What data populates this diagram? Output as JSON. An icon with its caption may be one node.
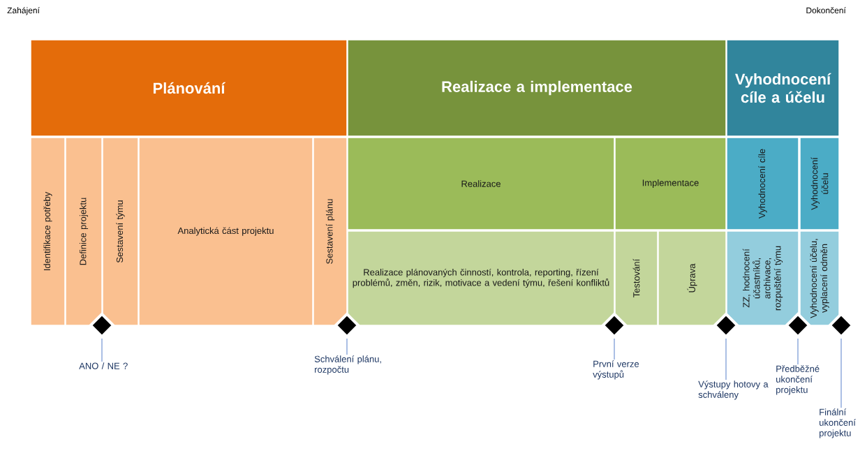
{
  "diagram": {
    "nodes": [
      {
        "text": [
          "Plánování"
        ]
      },
      {
        "text": [
          "Realizace a implementace"
        ]
      },
      {
        "text": [
          "Vyhodnocení cíle a účelu"
        ]
      },
      {
        "text": [
          "Identifikace potřeby"
        ]
      },
      {
        "text": [
          "Definice projektu"
        ]
      },
      {
        "text": [
          "Sestavení týmu"
        ]
      },
      {
        "text": [
          "Analytická část projektu"
        ]
      },
      {
        "text": [
          "Sestavení plánu"
        ]
      },
      {
        "text": [
          "Realizace"
        ]
      },
      {
        "text": [
          "Implementace"
        ]
      },
      {
        "text": [
          "Realizace plánovaných činností, kontrola, reporting, řízení problémů, změn, rizik, motivace a vedení týmu, řešení konfliktů"
        ]
      },
      {
        "text": [
          "Testování"
        ]
      },
      {
        "text": [
          "Úprava"
        ]
      },
      {
        "text": [
          "Vyhodnocení cíle"
        ]
      },
      {
        "text": [
          "Vyhodnocení účelu"
        ]
      },
      {
        "text": [
          "ZZ, hodnocení účastníků, archivace, rozpuštění týmu"
        ]
      },
      {
        "text": [
          "Vyhodnocení účelu, vyplacení odměn"
        ]
      },
      {
        "text": [],
        "shape": "diamond"
      },
      {
        "text": [],
        "shape": "diamond"
      },
      {
        "text": [],
        "shape": "diamond"
      },
      {
        "text": [],
        "shape": "diamond"
      },
      {
        "text": [],
        "shape": "diamond"
      },
      {
        "text": [],
        "shape": "diamond"
      },
      {
        "text": [
          "ANO / NE ?"
        ]
      },
      {
        "text": [
          "Schválení plánu, rozpočtu"
        ]
      },
      {
        "text": [
          "První verze výstupů"
        ]
      },
      {
        "text": [
          "Výstupy hotovy a schváleny"
        ]
      },
      {
        "text": [
          "Předběžné ukončení projektu"
        ]
      },
      {
        "text": [
          "Finální ukončení projektu"
        ]
      }
    ],
    "edges": [
      {
        "from": 23,
        "to": 17,
        "arrow": "none"
      },
      {
        "from": 24,
        "to": 18,
        "arrow": "none"
      },
      {
        "from": 25,
        "to": 19,
        "arrow": "none"
      },
      {
        "from": 26,
        "to": 20,
        "arrow": "none"
      },
      {
        "from": 27,
        "to": 21,
        "arrow": "none"
      },
      {
        "from": 28,
        "to": 22,
        "arrow": "none"
      }
    ],
    "labels": [
      "Zahájení",
      "Dokončení"
    ]
  }
}
